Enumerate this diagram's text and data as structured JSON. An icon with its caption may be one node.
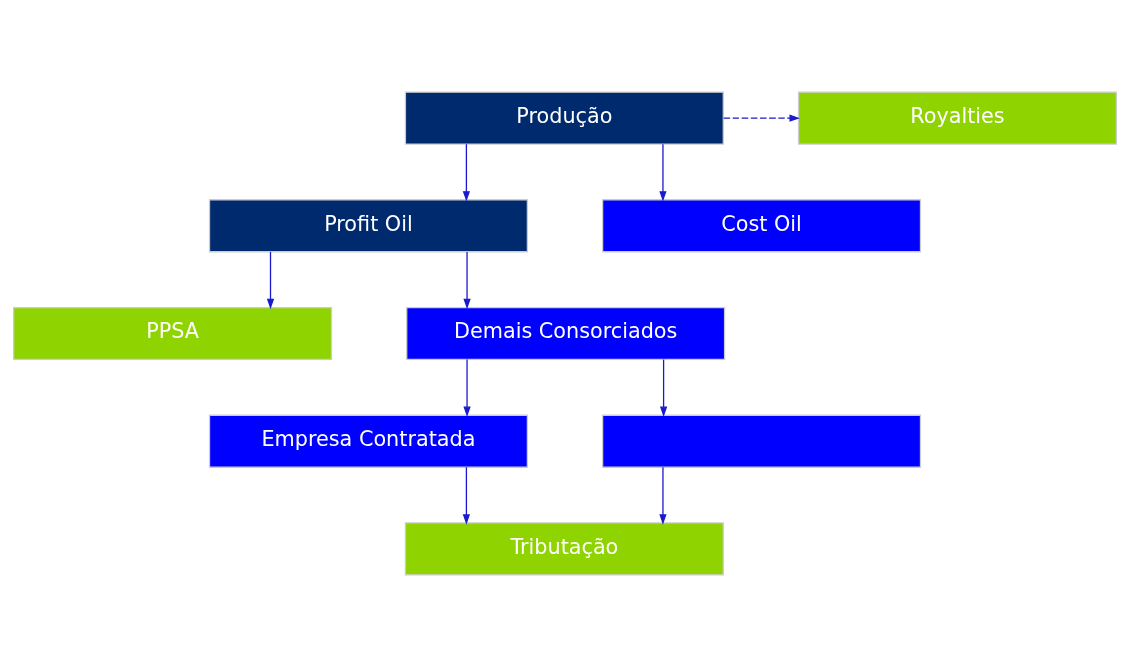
{
  "diagram": {
    "nodes": [
      {
        "text": [
          "Produção"
        ]
      },
      {
        "text": [
          "Royalties"
        ]
      },
      {
        "text": [
          "Profit Oil"
        ]
      },
      {
        "text": [
          "Cost Oil"
        ]
      },
      {
        "text": [
          "PPSA"
        ]
      },
      {
        "text": [
          "Demais Consorciados"
        ]
      },
      {
        "text": [
          "Empresa Contratada"
        ]
      },
      {
        "text": [],
        "shape": "box"
      },
      {
        "text": [
          "Tributação"
        ]
      }
    ],
    "edges": [
      {
        "from": 0,
        "to": 1,
        "arrow": "to",
        "style": "dashed"
      },
      {
        "from": 0,
        "to": 2,
        "arrow": "to"
      },
      {
        "from": 0,
        "to": 3,
        "arrow": "to"
      },
      {
        "from": 2,
        "to": 4,
        "arrow": "to"
      },
      {
        "from": 2,
        "to": 5,
        "arrow": "to"
      },
      {
        "from": 5,
        "to": 6,
        "arrow": "to"
      },
      {
        "from": 5,
        "to": 7,
        "arrow": "to"
      },
      {
        "from": 6,
        "to": 8,
        "arrow": "to"
      },
      {
        "from": 7,
        "to": 8,
        "arrow": "to"
      }
    ]
  }
}
